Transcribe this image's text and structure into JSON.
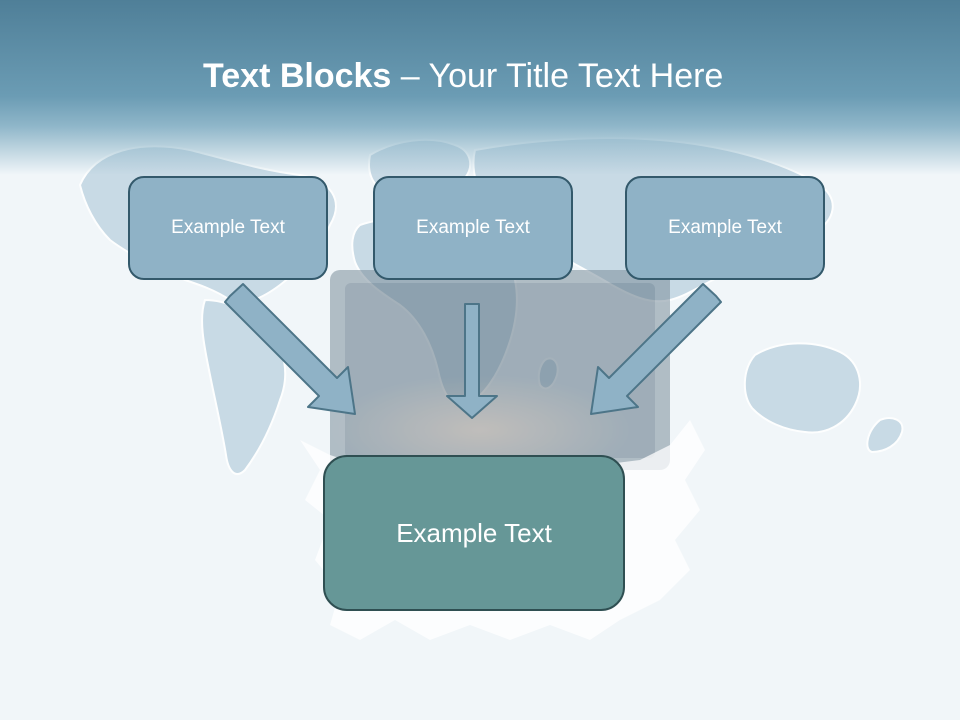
{
  "slide": {
    "title_bold": "Text Blocks",
    "title_separator": " – ",
    "title_rest": "Your Title Text Here"
  },
  "boxes": {
    "top_left": "Example Text",
    "top_center": "Example Text",
    "top_right": "Example Text",
    "bottom": "Example Text"
  },
  "colors": {
    "header": "#5f8fa8",
    "small_box_fill": "#8fb2c6",
    "small_box_border": "#33596b",
    "big_box_fill": "#669797",
    "big_box_border": "#2f4f52",
    "arrow_fill": "#8fb2c6",
    "arrow_stroke": "#4d7588"
  }
}
